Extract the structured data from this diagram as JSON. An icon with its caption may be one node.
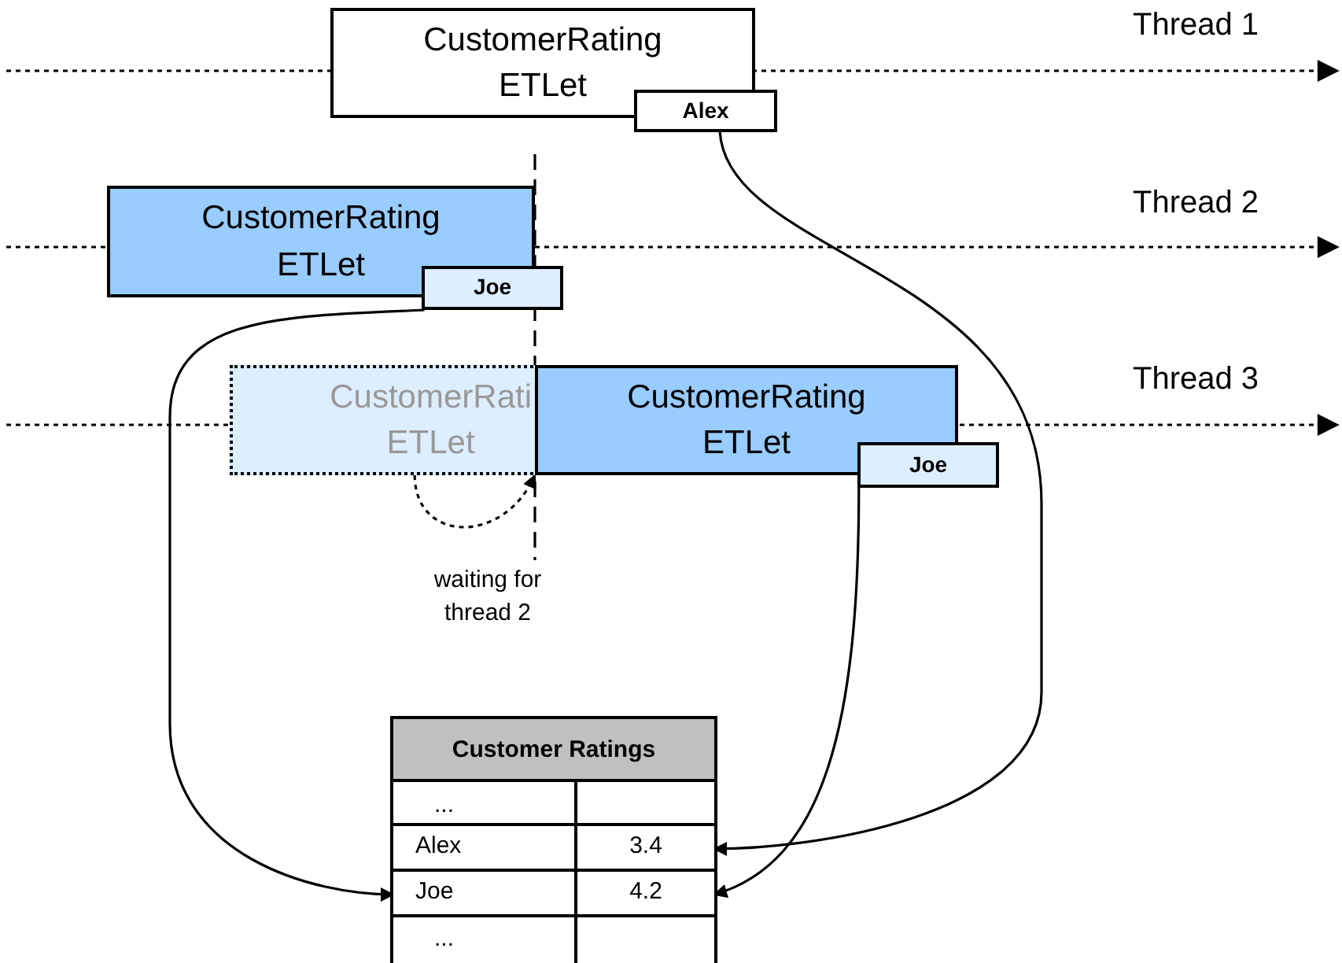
{
  "diagram": {
    "nodes": [
      {
        "text": [
          "CustomerRating ETLet"
        ]
      },
      {
        "text": [
          "Alex"
        ]
      },
      {
        "text": [
          "CustomerRating ETLet"
        ]
      },
      {
        "text": [
          "Joe"
        ]
      },
      {
        "text": [
          "CustomerRati ETLet"
        ]
      },
      {
        "text": [
          "CustomerRating ETLet"
        ]
      },
      {
        "text": [
          "Joe"
        ]
      },
      {
        "text": [
          "Customer Ratings"
        ]
      },
      {
        "text": [
          "Alex",
          "3.4"
        ],
        "in": 7
      },
      {
        "text": [
          "Joe",
          "4.2"
        ],
        "in": 7
      }
    ],
    "edges": [
      {
        "from": 1,
        "to": 8,
        "arrow": "to"
      },
      {
        "from": 3,
        "to": 9,
        "arrow": "to"
      },
      {
        "from": 4,
        "to": 5,
        "arrow": "to",
        "style": "dashed",
        "label": "waiting for thread 2"
      },
      {
        "from": 6,
        "to": 9,
        "arrow": "to"
      }
    ],
    "labels": [
      "Thread 1",
      "Thread 2",
      "Thread 3",
      "...",
      "..."
    ]
  }
}
